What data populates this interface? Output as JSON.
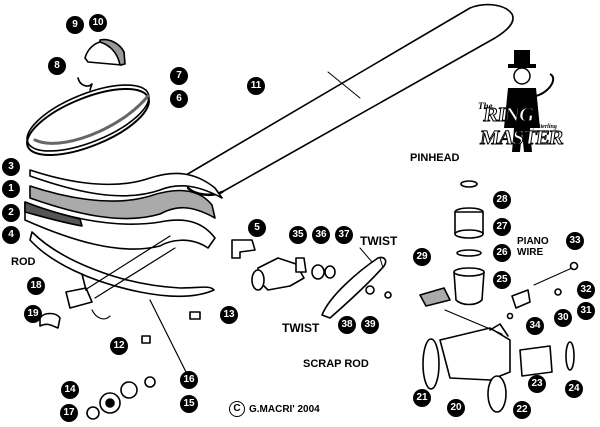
{
  "labels": {
    "pinhead": "PINHEAD",
    "piano_wire": "PIANO\nWIRE",
    "twist_top": "TWIST",
    "twist_bottom": "TWIST",
    "rod": "ROD",
    "scrap_rod": "SCRAP ROD"
  },
  "logo": {
    "the": "The",
    "name": "RING MASTER",
    "by": "by Sterling"
  },
  "copyright": {
    "symbol": "C",
    "text": "G.MACRI' 2004"
  },
  "parts": [
    "1",
    "2",
    "3",
    "4",
    "5",
    "6",
    "7",
    "8",
    "9",
    "10",
    "11",
    "12",
    "13",
    "14",
    "15",
    "16",
    "17",
    "18",
    "19",
    "20",
    "21",
    "22",
    "23",
    "24",
    "25",
    "26",
    "27",
    "28",
    "29",
    "30",
    "31",
    "32",
    "33",
    "34",
    "35",
    "36",
    "37",
    "38",
    "39"
  ]
}
